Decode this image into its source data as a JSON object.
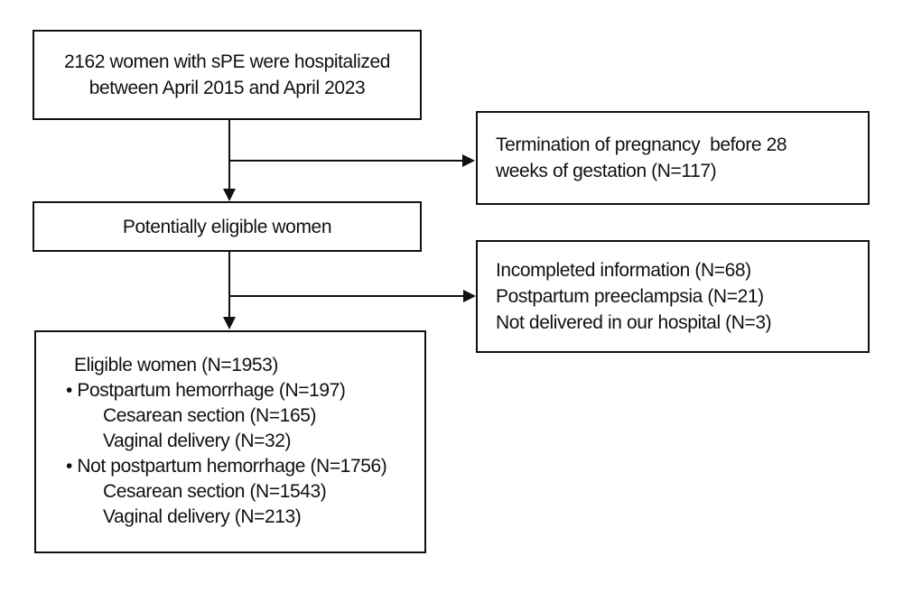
{
  "colors": {
    "background": "#ffffff",
    "ink": "#111111"
  },
  "flowchart": {
    "top_box": {
      "lines": [
        "2162 women with sPE were hospitalized",
        "between April 2015 and April 2023"
      ]
    },
    "exclusion_box_1": {
      "lines": [
        "Termination of pregnancy  before 28",
        "weeks of gestation (N=117)"
      ]
    },
    "middle_box": {
      "label": "Potentially eligible women"
    },
    "exclusion_box_2": {
      "lines": [
        "Incompleted information (N=68)",
        "Postpartum preeclampsia (N=21)",
        "Not delivered in our hospital (N=3)"
      ]
    },
    "eligible_box": {
      "lines": [
        "Eligible women (N=1953)",
        "• Postpartum hemorrhage (N=197)",
        "Cesarean section (N=165)",
        "Vaginal delivery (N=32)",
        "• Not postpartum hemorrhage (N=1756)",
        "Cesarean section (N=1543)",
        "Vaginal delivery (N=213)"
      ]
    }
  }
}
